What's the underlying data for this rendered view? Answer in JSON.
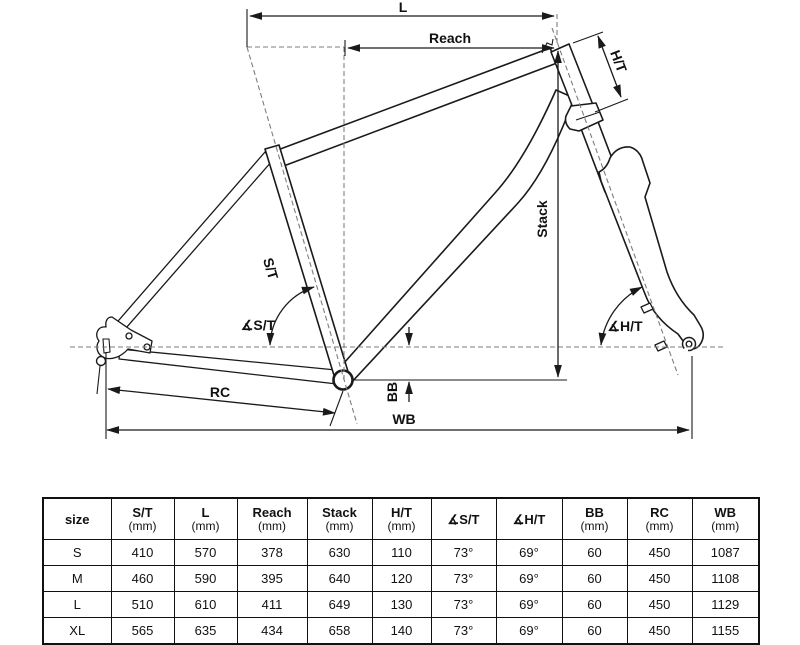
{
  "diagram": {
    "labels": {
      "l": "L",
      "reach": "Reach",
      "ht": "H/T",
      "stack": "Stack",
      "st": "S/T",
      "angle_st": "∡S/T",
      "angle_ht": "∡H/T",
      "rc": "RC",
      "bb": "BB",
      "wb": "WB"
    }
  },
  "table": {
    "columns": [
      {
        "label": "size",
        "sub": ""
      },
      {
        "label": "S/T",
        "sub": "(mm)"
      },
      {
        "label": "L",
        "sub": "(mm)"
      },
      {
        "label": "Reach",
        "sub": "(mm)"
      },
      {
        "label": "Stack",
        "sub": "(mm)"
      },
      {
        "label": "H/T",
        "sub": "(mm)"
      },
      {
        "label": "∡S/T",
        "sub": ""
      },
      {
        "label": "∡H/T",
        "sub": ""
      },
      {
        "label": "BB",
        "sub": "(mm)"
      },
      {
        "label": "RC",
        "sub": "(mm)"
      },
      {
        "label": "WB",
        "sub": "(mm)"
      }
    ],
    "rows": [
      [
        "S",
        "410",
        "570",
        "378",
        "630",
        "110",
        "73°",
        "69°",
        "60",
        "450",
        "1087"
      ],
      [
        "M",
        "460",
        "590",
        "395",
        "640",
        "120",
        "73°",
        "69°",
        "60",
        "450",
        "1108"
      ],
      [
        "L",
        "510",
        "610",
        "411",
        "649",
        "130",
        "73°",
        "69°",
        "60",
        "450",
        "1129"
      ],
      [
        "XL",
        "565",
        "635",
        "434",
        "658",
        "140",
        "73°",
        "69°",
        "60",
        "450",
        "1155"
      ]
    ]
  },
  "colors": {
    "line": "#1a1a1a",
    "dash": "#7d7d7d",
    "background": "#ffffff"
  }
}
